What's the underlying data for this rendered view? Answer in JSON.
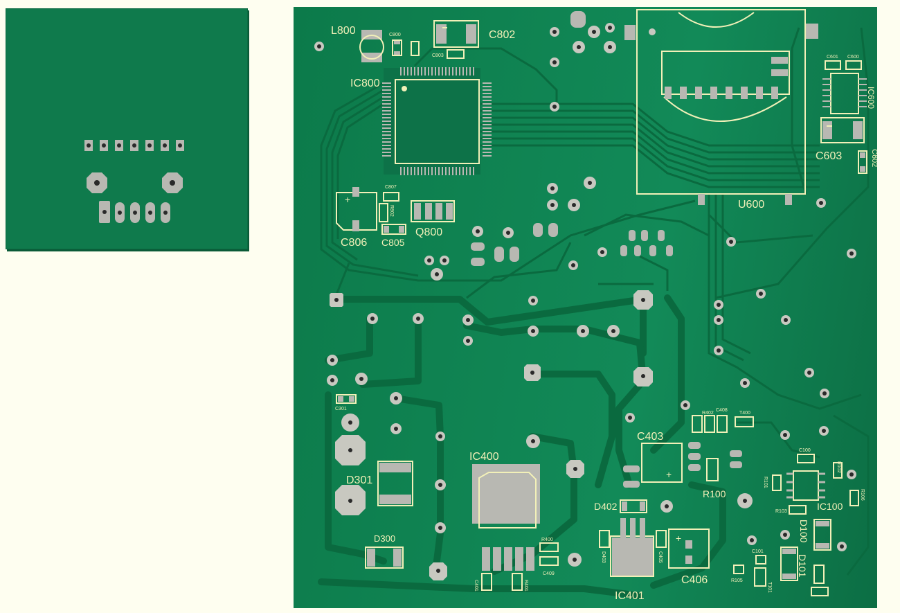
{
  "labels": {
    "l800": "L800",
    "c802": "C802",
    "ic800": "IC800",
    "u600": "U600",
    "c603": "C603",
    "c602": "C602",
    "ic600": "IC600",
    "c806": "C806",
    "c805": "C805",
    "q800": "Q800",
    "c601": "C601",
    "c600": "C600",
    "c800": "C800",
    "c807": "C807",
    "r802": "R802",
    "c803": "C803",
    "d301": "D301",
    "d300": "D300",
    "c301": "C301",
    "ic400": "IC400",
    "c403": "C403",
    "r100": "R100",
    "d402": "D402",
    "ic401": "IC401",
    "c406": "C406",
    "ic100": "IC100",
    "d100": "D100",
    "d101": "D101",
    "c100": "C100",
    "r101": "R101",
    "r103": "R103",
    "r102": "R102",
    "r105": "R105",
    "t101": "T101",
    "c101": "C101",
    "r400": "R400",
    "c409": "C409",
    "c401": "C401",
    "r401": "R401",
    "r402": "R402",
    "c408": "C408",
    "t400": "T400",
    "c405": "C405",
    "d403": "D403",
    "r106": "R106"
  },
  "colors": {
    "board": "#0f7a4c",
    "track": "#0a6a3f",
    "silkscreen": "#f2f0b8",
    "pad": "#b8b8b2",
    "background": "#fefef0"
  }
}
